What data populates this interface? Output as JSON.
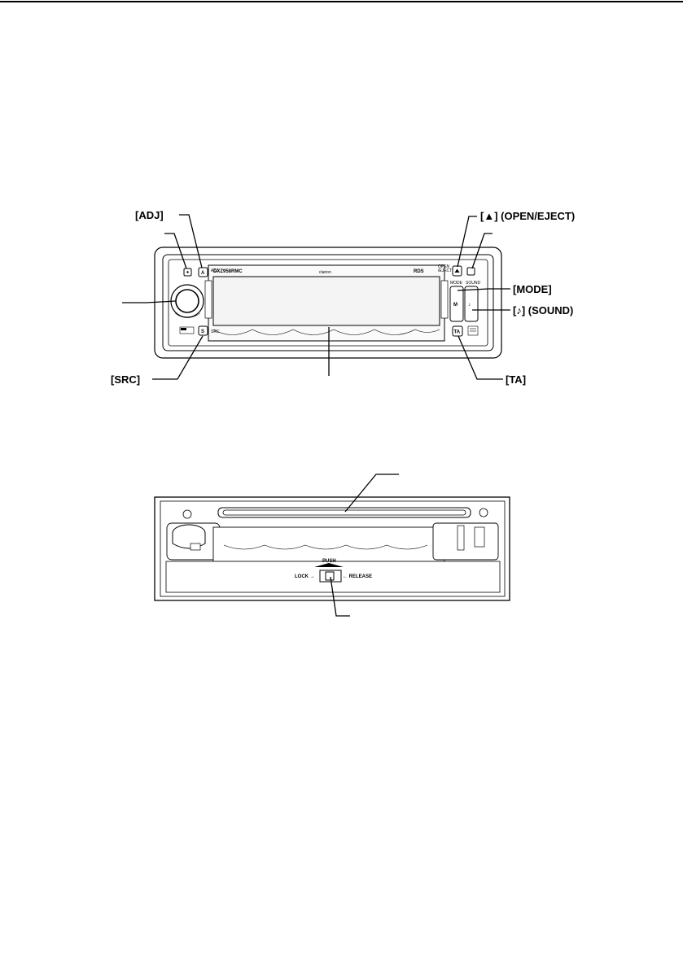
{
  "front_panel": {
    "callouts": {
      "adj": "[ADJ]",
      "open_eject": "[▲] (OPEN/EJECT)",
      "mode": "[MODE]",
      "sound": "[♪] (SOUND)",
      "src": "[SRC]",
      "ta": "[TA]"
    },
    "panel_text": {
      "brand": "clarion",
      "model": "DXZ958RMC",
      "rds": "RDS",
      "adj_label": "ADJ",
      "src_label": "SRC",
      "open_eject_label": "OPEN\n/EJECT",
      "mode_label": "MODE",
      "sound_label": "SOUND",
      "btn_a": "A",
      "btn_s": "S",
      "btn_m": "M",
      "btn_ta": "TA",
      "btn_note": "♪"
    }
  },
  "inner_panel": {
    "text": {
      "push": "PUSH",
      "lock": "LOCK →",
      "release": "← RELEASE"
    }
  },
  "colors": {
    "ink": "#000000",
    "display_fill": "#f4f4f4",
    "panel_fill": "#ffffff"
  }
}
